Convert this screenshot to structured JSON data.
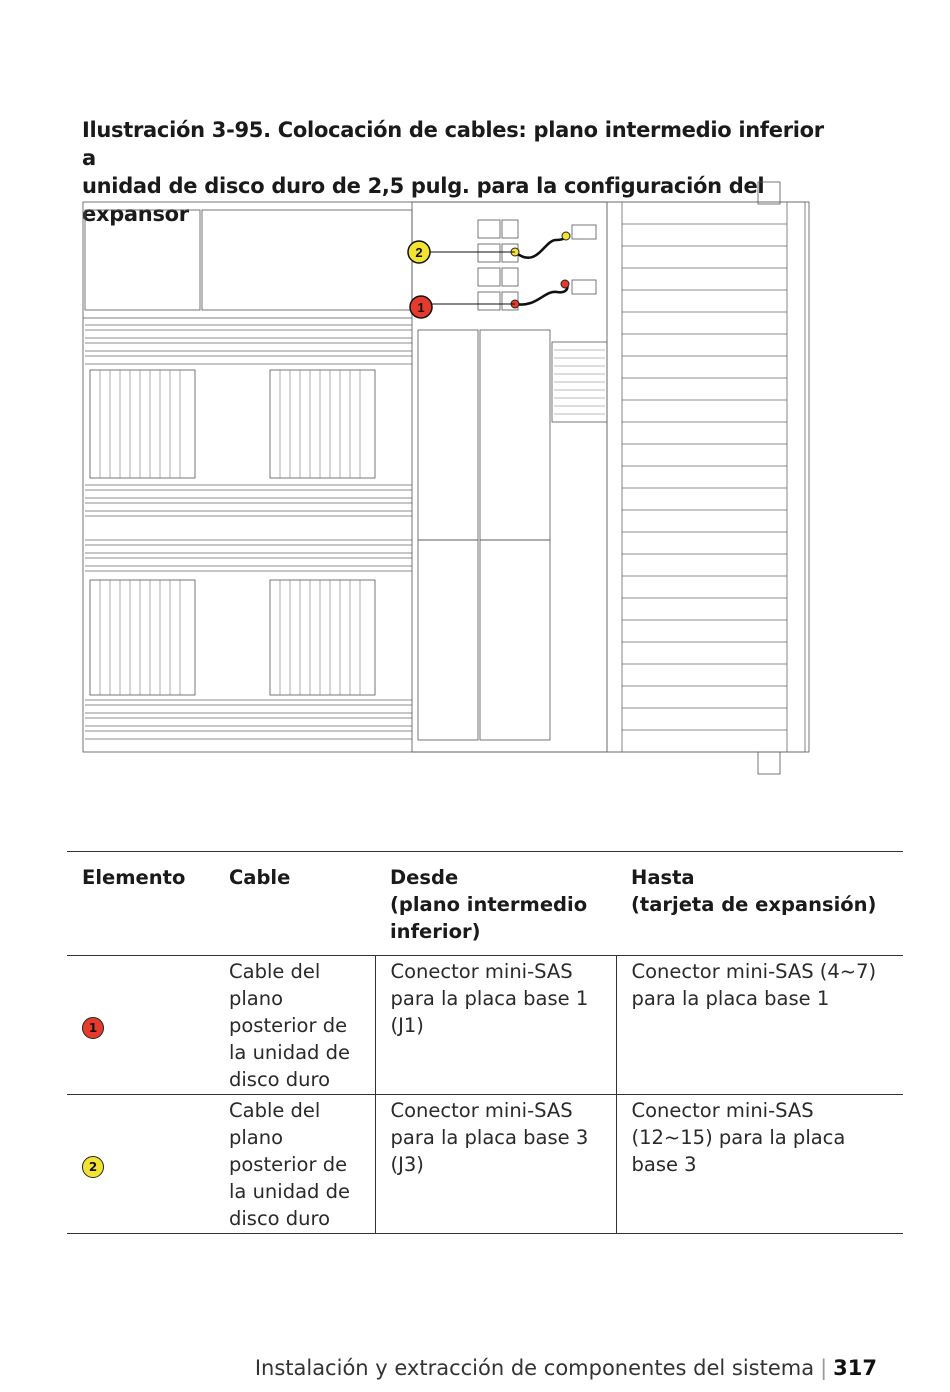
{
  "caption": {
    "line1": "Ilustración 3-95. Colocación de cables: plano intermedio inferior a",
    "line2": "unidad de disco duro de 2,5 pulg. para la configuración del expansor"
  },
  "diagram": {
    "callouts": [
      {
        "label": "1",
        "color": "#e53b2c"
      },
      {
        "label": "2",
        "color": "#f2e332"
      }
    ]
  },
  "table": {
    "headers": {
      "item": "Elemento",
      "cable": "Cable",
      "from_line1": "Desde",
      "from_line2": "(plano intermedio",
      "from_line3": "inferior)",
      "to_line1": "Hasta",
      "to_line2": "(tarjeta de expansión)"
    },
    "rows": [
      {
        "item": "1",
        "item_color": "#e53b2c",
        "cable": [
          "Cable del",
          "plano",
          "posterior de",
          "la unidad de",
          "disco duro"
        ],
        "from": [
          "Conector mini-SAS",
          "para la placa base 1",
          "(J1)"
        ],
        "to": [
          "Conector mini-SAS (4~7)",
          "para la placa base 1"
        ]
      },
      {
        "item": "2",
        "item_color": "#f2e332",
        "cable": [
          "Cable del",
          "plano",
          "posterior de",
          "la unidad de",
          "disco duro"
        ],
        "from": [
          "Conector mini-SAS",
          "para la placa base 3",
          "(J3)"
        ],
        "to": [
          "Conector mini-SAS",
          "(12~15) para la placa",
          "base 3"
        ]
      }
    ]
  },
  "footer": {
    "section": "Instalación y extracción de componentes del sistema",
    "separator": "|",
    "page": "317"
  }
}
